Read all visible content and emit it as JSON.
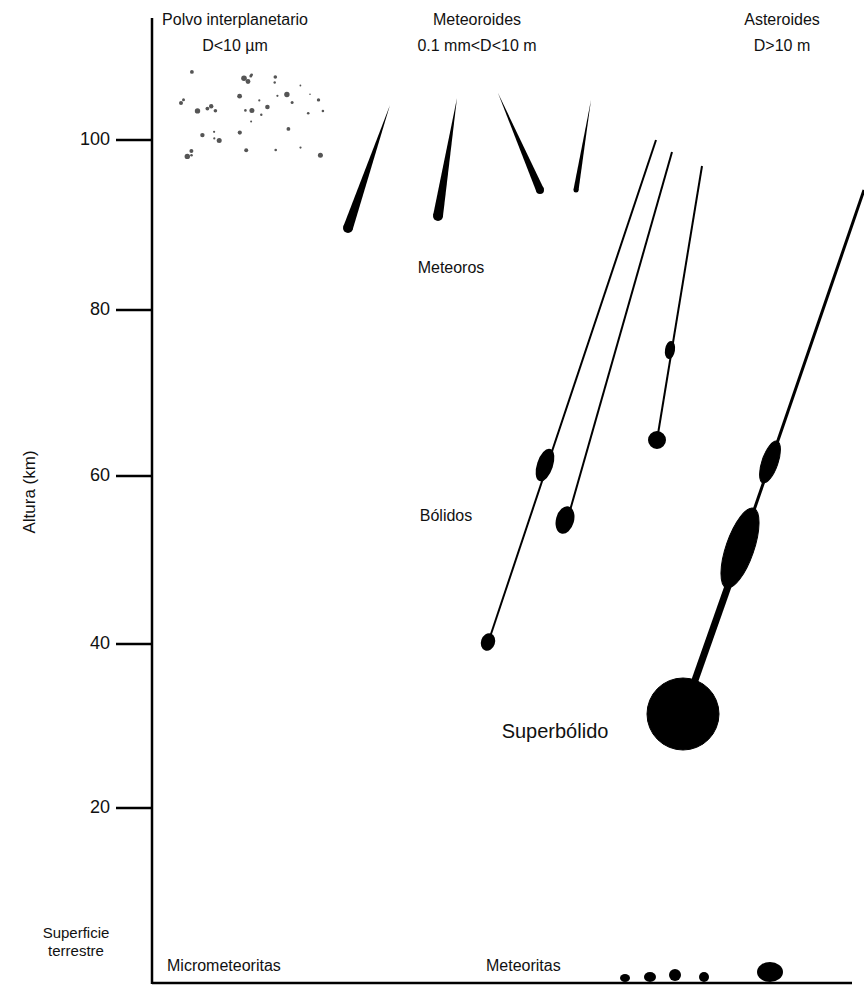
{
  "diagram": {
    "labels": [
      "Polvo interplanetario",
      "D<10 µm",
      "Meteoroides",
      "0.1 mm<D<10 m",
      "Asteroides",
      "D>10 m",
      "100",
      "80",
      "60",
      "40",
      "20",
      "Altura (km)",
      "Meteoros",
      "Bólidos",
      "Superbólido",
      "Superficie terrestre",
      "Micrometeoritas",
      "Meteoritas"
    ]
  }
}
